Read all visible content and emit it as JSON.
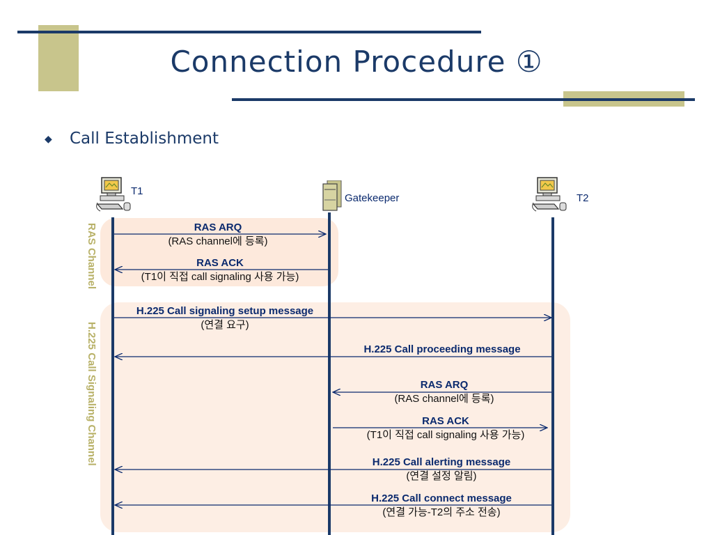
{
  "slide": {
    "title": "Connection Procedure ①",
    "bullet": "Call Establishment"
  },
  "diagram": {
    "nodes": {
      "t1": "T1",
      "gatekeeper": "Gatekeeper",
      "t2": "T2"
    },
    "regions": {
      "ras": "RAS Channel",
      "h225": "H.225 Call Signaling Channel"
    },
    "messages": [
      {
        "title": "RAS ARQ",
        "note": "(RAS channel에 등록)",
        "from": "T1",
        "to": "Gatekeeper"
      },
      {
        "title": "RAS ACK",
        "note": "(T1이 직접 call signaling 사용 가능)",
        "from": "Gatekeeper",
        "to": "T1"
      },
      {
        "title": "H.225 Call signaling setup message",
        "note": "(연결 요구)",
        "from": "T1",
        "to": "T2"
      },
      {
        "title": "H.225 Call proceeding message",
        "note": "",
        "from": "T2",
        "to": "T1"
      },
      {
        "title": "RAS ARQ",
        "note": "(RAS channel에 등록)",
        "from": "T2",
        "to": "Gatekeeper"
      },
      {
        "title": "RAS ACK",
        "note": "(T1이 직접 call signaling 사용 가능)",
        "from": "Gatekeeper",
        "to": "T2"
      },
      {
        "title": "H.225 Call alerting message",
        "note": "(연결 설정 알림)",
        "from": "T2",
        "to": "T1"
      },
      {
        "title": "H.225 Call connect message",
        "note": "(연결 가능-T2의 주소 전송)",
        "from": "T2",
        "to": "T1"
      }
    ]
  },
  "colors": {
    "navy": "#1b3a68",
    "accent": "#c8c58c",
    "region_fill": "#fde9dc",
    "arrow": "#0b2a6e",
    "vertical_label": "#b8b168"
  }
}
